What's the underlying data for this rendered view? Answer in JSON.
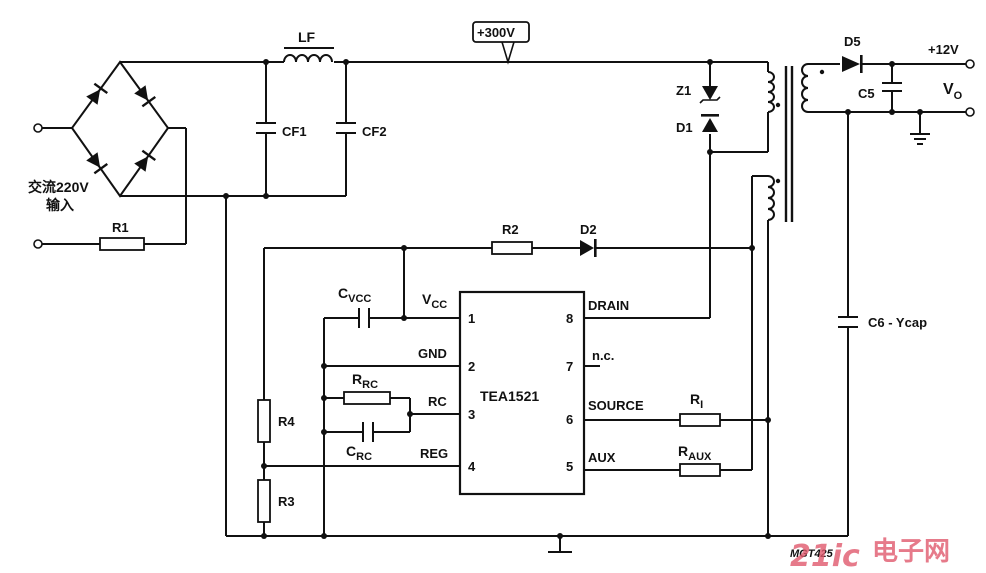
{
  "labels": {
    "lf": "LF",
    "v300": "+300V",
    "d5": "D5",
    "v12": "+12V",
    "c5": "C5",
    "vo_main": "V",
    "vo_sub": "O",
    "z1": "Z1",
    "d1": "D1",
    "cf1": "CF1",
    "cf2": "CF2",
    "ac_line1": "交流220V",
    "ac_line2": "输入",
    "r1": "R1",
    "r2": "R2",
    "d2": "D2",
    "cvcc_main": "C",
    "cvcc_sub": "VCC",
    "vcc_main": "V",
    "vcc_sub": "CC",
    "gnd": "GND",
    "rrc_main": "R",
    "rrc_sub": "RC",
    "rc": "RC",
    "crc_main": "C",
    "crc_sub": "RC",
    "reg": "REG",
    "r4": "R4",
    "r3": "R3",
    "ic": "TEA1521",
    "pin1": "1",
    "pin2": "2",
    "pin3": "3",
    "pin4": "4",
    "pin5": "5",
    "pin6": "6",
    "pin7": "7",
    "pin8": "8",
    "drain": "DRAIN",
    "nc": "n.c.",
    "source": "SOURCE",
    "aux": "AUX",
    "ri_main": "R",
    "ri_sub": "I",
    "raux_main": "R",
    "raux_sub": "AUX",
    "c6": "C6 - Ycap",
    "mgt": "MGT425",
    "watermark_num": "21ic",
    "watermark_cn": "电子网"
  },
  "colors": {
    "line": "#111111",
    "watermark": "#e05a6e"
  }
}
